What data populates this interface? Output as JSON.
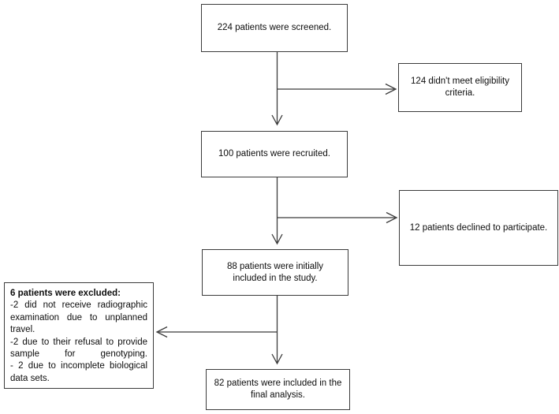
{
  "diagram": {
    "type": "flowchart",
    "title": "CONSORT-style patient flow diagram",
    "stroke_color": "#3b3b3b",
    "text_color": "#0d0d0d",
    "background_color": "#ffffff",
    "nodes": [
      {
        "id": "screened",
        "label": "224 patients were screened."
      },
      {
        "id": "ineligible",
        "label": "124 didn't meet eligibility criteria."
      },
      {
        "id": "recruited",
        "label": "100 patients were recruited."
      },
      {
        "id": "declined",
        "label": "12 patients declined to participate."
      },
      {
        "id": "initial",
        "label": "88 patients were initially included in the study."
      },
      {
        "id": "final",
        "label": "82 patients were included in the final analysis."
      }
    ],
    "excluded_box": {
      "title": "6 patients were excluded:",
      "lines": [
        "-2 did not receive radiographic examination due to unplanned travel.",
        "-2 due to their refusal to provide sample for genotyping.",
        "- 2 due to incomplete biological data sets."
      ]
    },
    "edges": [
      {
        "id": "screened-to-recruited",
        "from": "screened",
        "to": "recruited",
        "direction": "down"
      },
      {
        "id": "screened-to-ineligible",
        "from": "screened",
        "to": "ineligible",
        "direction": "right"
      },
      {
        "id": "recruited-to-initial",
        "from": "recruited",
        "to": "initial",
        "direction": "down"
      },
      {
        "id": "recruited-to-declined",
        "from": "recruited",
        "to": "declined",
        "direction": "right"
      },
      {
        "id": "initial-to-final",
        "from": "initial",
        "to": "final",
        "direction": "down"
      },
      {
        "id": "initial-to-excluded",
        "from": "initial",
        "to": "excluded",
        "direction": "left"
      }
    ]
  }
}
